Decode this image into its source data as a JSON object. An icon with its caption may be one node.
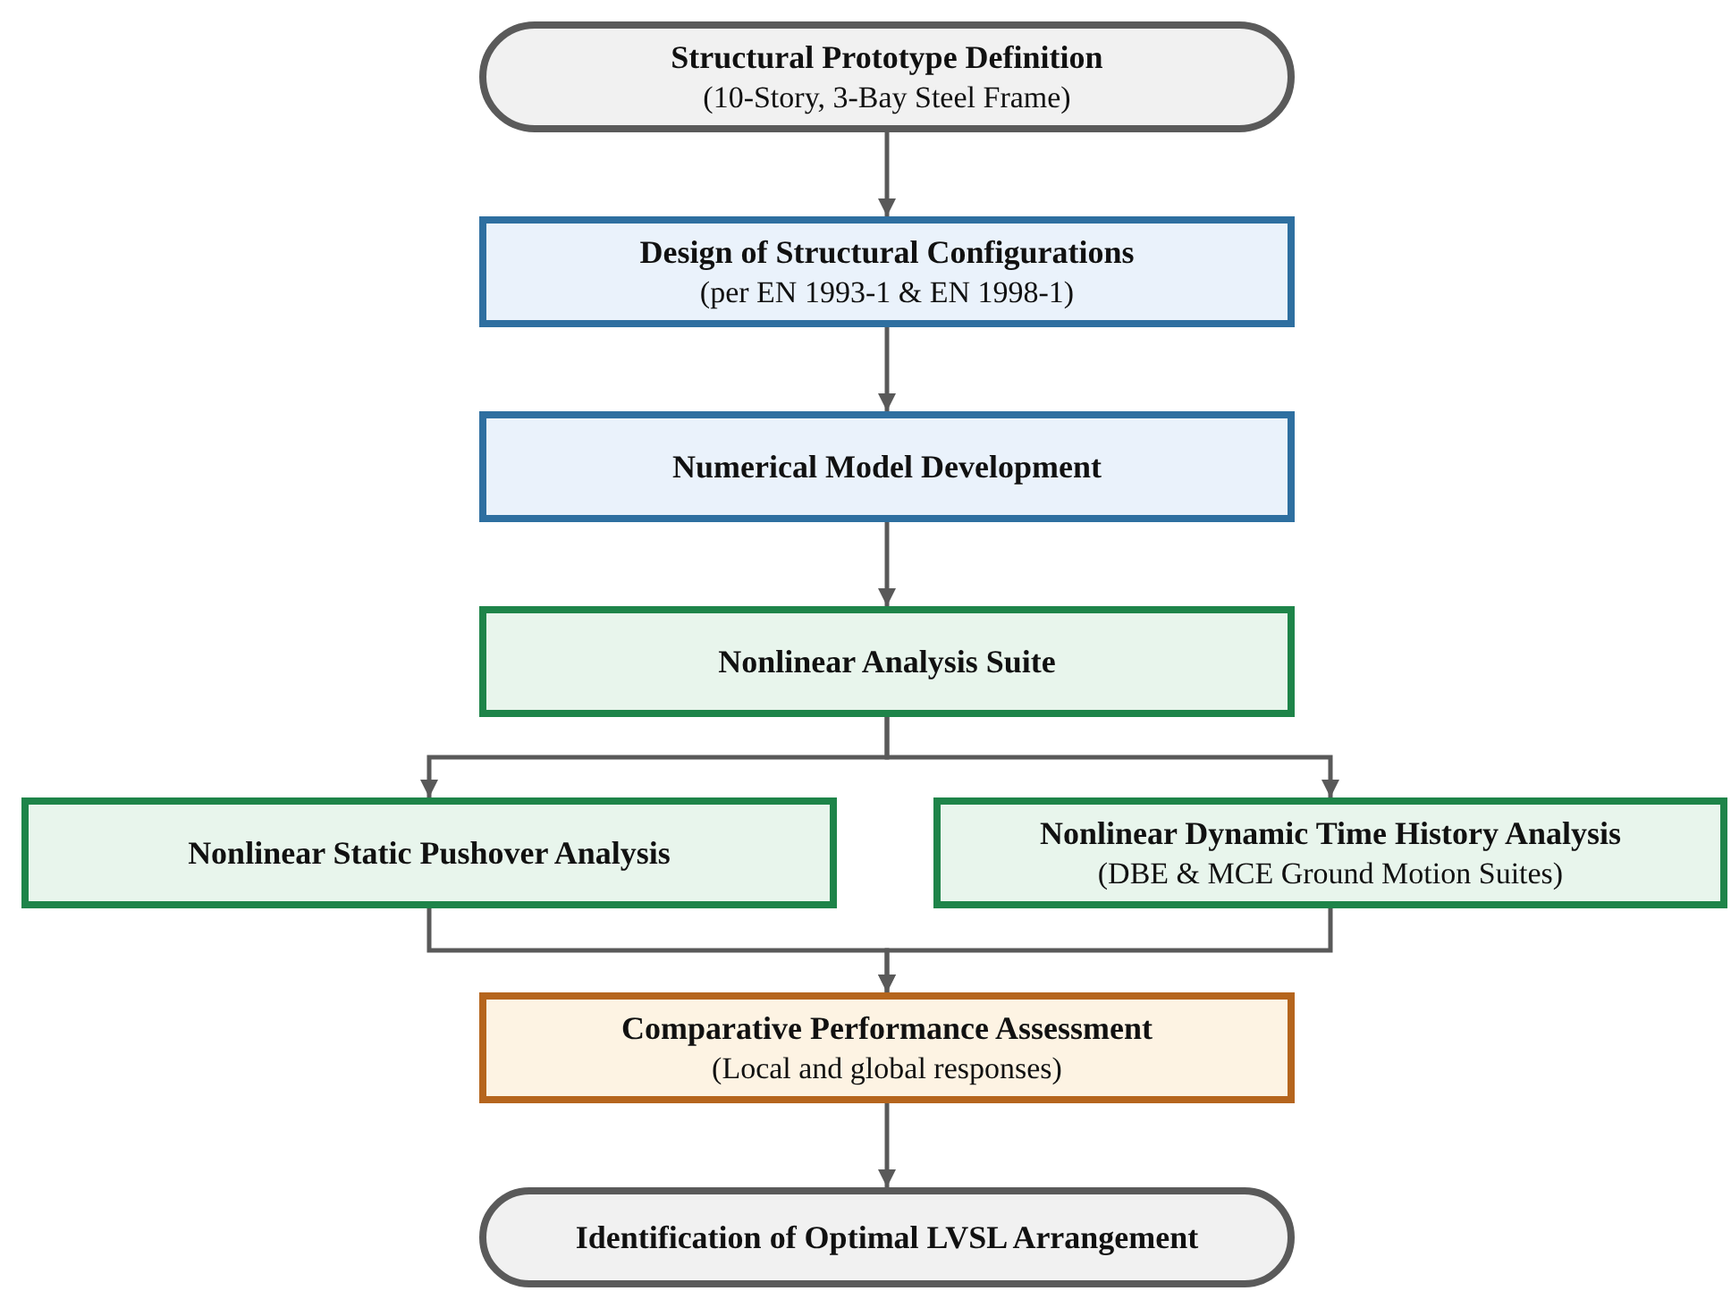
{
  "diagram": {
    "nodes": [
      {
        "text": [
          "Structural Prototype Definition",
          "(10-Story, 3-Bay Steel Frame)"
        ]
      },
      {
        "text": [
          "Design of Structural Configurations",
          "(per EN 1993-1 & EN 1998-1)"
        ]
      },
      {
        "text": [
          "Numerical Model Development"
        ]
      },
      {
        "text": [
          "Nonlinear Analysis Suite"
        ]
      },
      {
        "text": [
          "Nonlinear Static Pushover Analysis"
        ]
      },
      {
        "text": [
          "Nonlinear Dynamic Time History Analysis",
          "(DBE & MCE Ground Motion Suites)"
        ]
      },
      {
        "text": [
          "Comparative Performance Assessment",
          "(Local and global responses)"
        ]
      },
      {
        "text": [
          "Identification of Optimal LVSL Arrangement"
        ]
      }
    ],
    "edges": [
      {
        "from": 0,
        "to": 1,
        "arrow": "to"
      },
      {
        "from": 1,
        "to": 2,
        "arrow": "to"
      },
      {
        "from": 2,
        "to": 3,
        "arrow": "to"
      },
      {
        "from": 3,
        "to": 4,
        "arrow": "to"
      },
      {
        "from": 3,
        "to": 5,
        "arrow": "to"
      },
      {
        "from": 4,
        "to": 6,
        "arrow": "to"
      },
      {
        "from": 5,
        "to": 6,
        "arrow": "to"
      },
      {
        "from": 6,
        "to": 7,
        "arrow": "to"
      }
    ]
  }
}
